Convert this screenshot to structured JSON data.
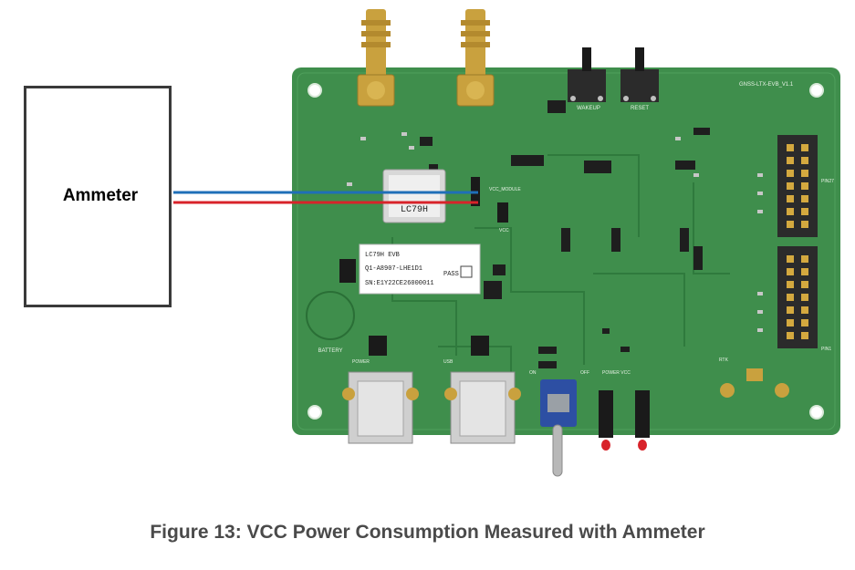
{
  "ammeter": {
    "label": "Ammeter"
  },
  "caption": "Figure 13: VCC Power Consumption Measured with Ammeter",
  "board": {
    "name": "GNSS-LTX-EVB_V1.1",
    "module_label": "LC79H",
    "sticker_lines": [
      "LC79H EVB",
      "Q1-A8907-LHE1D1",
      "SN:E1Y22CE26000011"
    ],
    "sticker_pass": "PASS",
    "pwr_buttons": [
      "WAKEUP",
      "RESET"
    ],
    "silk_labels": {
      "vcc_module": "VCC_MODULE",
      "vcc": "VCC",
      "battery": "BATTERY",
      "power": "POWER",
      "usb": "USB",
      "on": "ON",
      "off": "OFF",
      "power_vcc": "POWER VCC",
      "pin1": "PIN1",
      "pin27": "PIN27",
      "rtk": "RTK"
    }
  },
  "colors": {
    "pcb": "#3f8e4c",
    "pcb_dark": "#2f7a3d",
    "wire_red": "#d8232a",
    "wire_blue": "#1f6fb8",
    "gold": "#c9a13e",
    "caption": "#4a4a4a"
  }
}
